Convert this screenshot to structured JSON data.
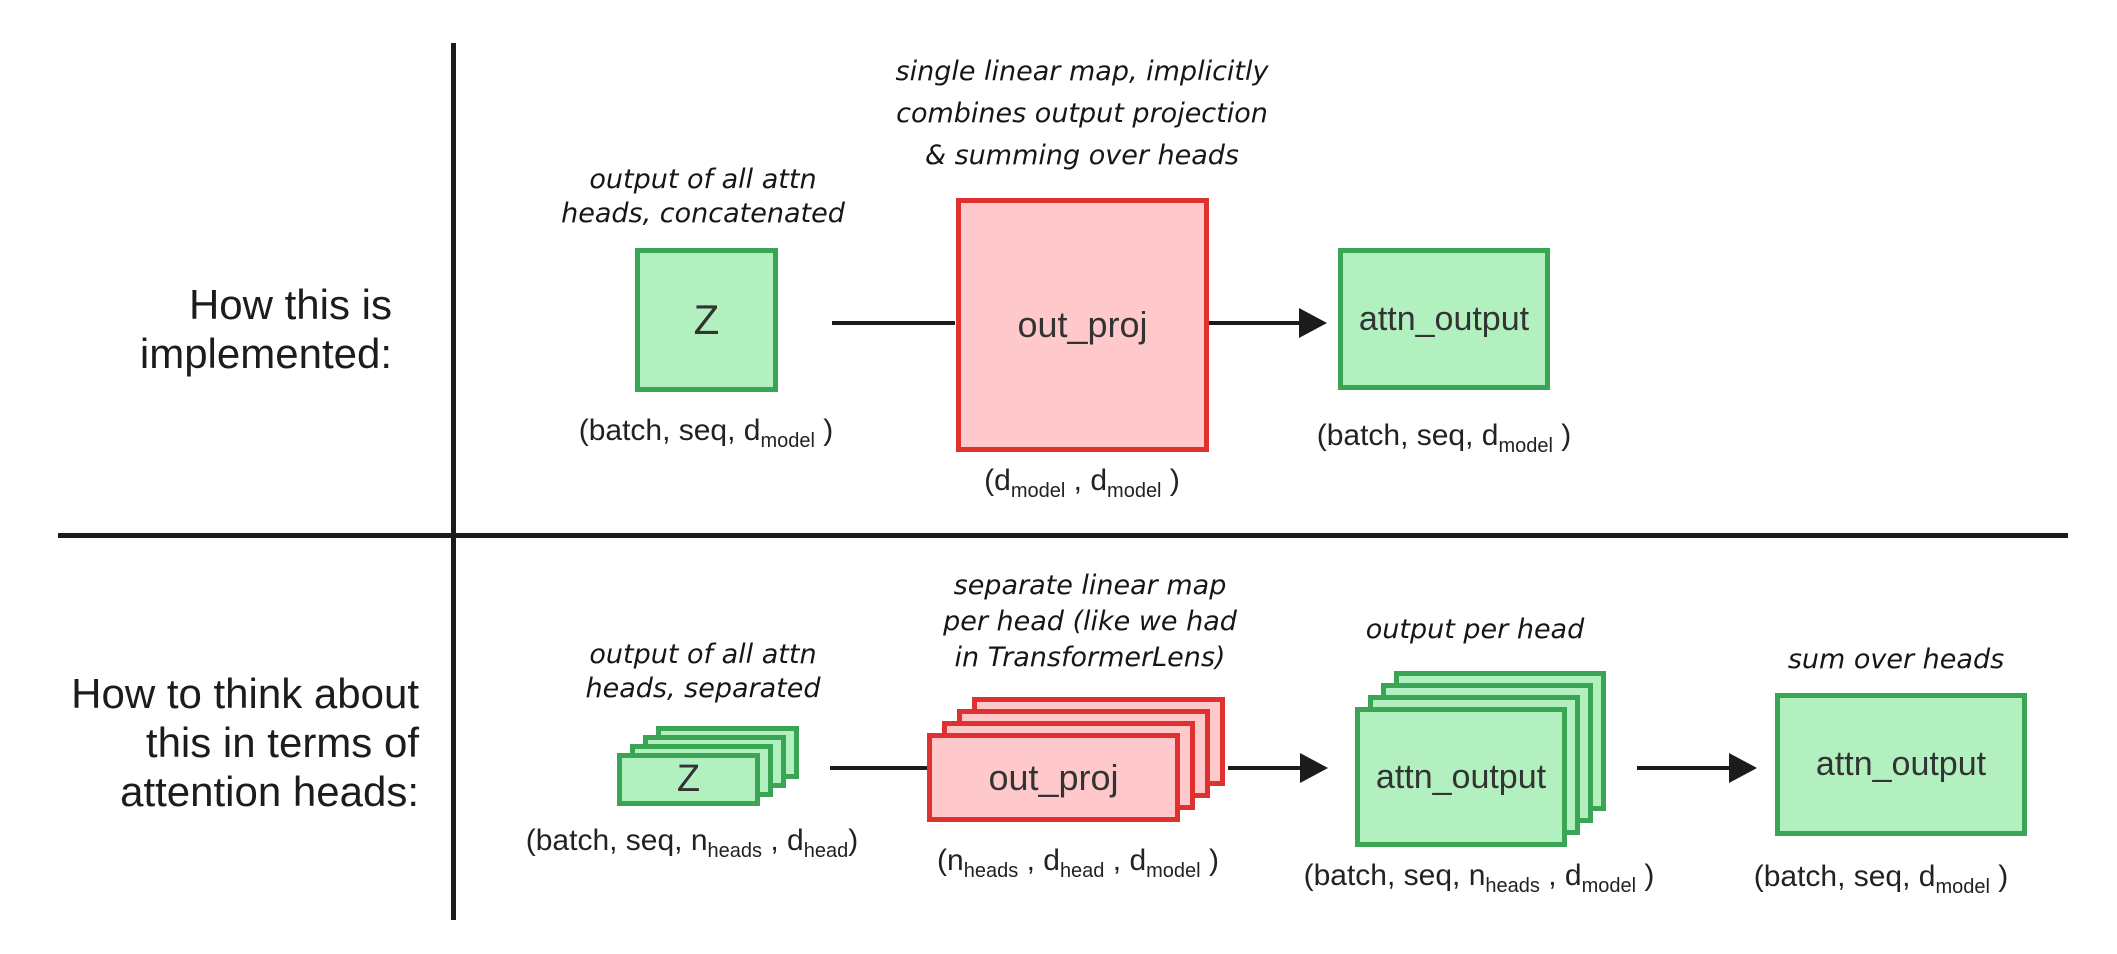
{
  "colors": {
    "gborder": "#3aa655",
    "gfill": "#b2f0bf",
    "rborder": "#e03131",
    "rfill": "#ffc9cb",
    "ink": "#1b1b1b"
  },
  "row1": {
    "header": {
      "lines": [
        "How this is",
        "implemented:"
      ]
    },
    "z_caption": {
      "lines": [
        "output of all attn",
        "heads, concatenated"
      ]
    },
    "z_label": "Z",
    "z_dims": [
      "(batch, seq, d",
      "model",
      " )"
    ],
    "proj_caption": {
      "lines": [
        "single linear map, implicitly",
        "combines output projection",
        "& summing over heads"
      ]
    },
    "proj_label": "out_proj",
    "proj_dims": [
      "(d",
      "model",
      " , d",
      "model",
      " )"
    ],
    "out_label": "attn_output",
    "out_dims": [
      "(batch, seq, d",
      "model",
      " )"
    ]
  },
  "row2": {
    "header": {
      "lines": [
        "How to think about",
        "this in terms of",
        "attention heads:"
      ]
    },
    "z_caption": {
      "lines": [
        "output of all attn",
        "heads, separated"
      ]
    },
    "z_label": "Z",
    "z_dims": [
      "(batch, seq, n",
      "heads",
      " , d",
      "head",
      ")"
    ],
    "proj_caption": {
      "lines": [
        "separate linear map",
        "per head (like we had",
        "in TransformerLens)"
      ]
    },
    "proj_label": "out_proj",
    "proj_dims": [
      "(n",
      "heads",
      " , d",
      "head",
      " , d",
      "model",
      " )"
    ],
    "headout_caption": {
      "lines": [
        "output per head"
      ]
    },
    "headout_label": "attn_output",
    "headout_dims": [
      "(batch, seq, n",
      "heads",
      " , d",
      "model",
      " )"
    ],
    "sum_caption": {
      "lines": [
        "sum over heads"
      ]
    },
    "sum_label": "attn_output",
    "sum_dims": [
      "(batch, seq, d",
      "model",
      " )"
    ]
  }
}
